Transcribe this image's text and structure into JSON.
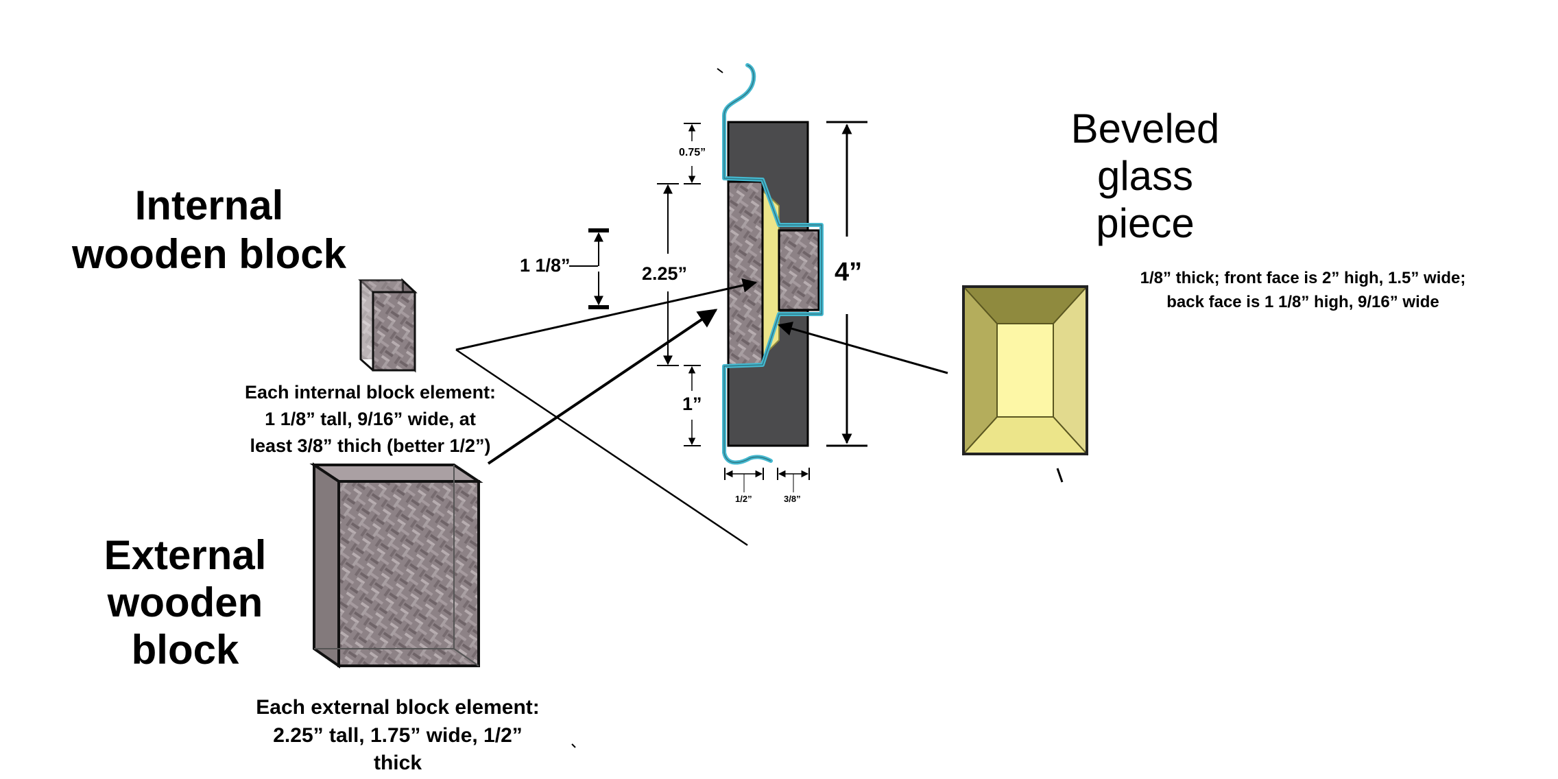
{
  "labels": {
    "internal_title_1": "Internal",
    "internal_title_2": "wooden block",
    "internal_caption_1": "Each internal block element:",
    "internal_caption_2": "1 1/8” tall, 9/16” wide, at",
    "internal_caption_3": "least 3/8” thich (better 1/2”)",
    "external_title_1": "External",
    "external_title_2": "wooden",
    "external_title_3": "block",
    "external_caption_1": "Each external block element:",
    "external_caption_2": "2.25” tall, 1.75” wide, 1/2”",
    "external_caption_3": "thick",
    "beveled_title_1": "Beveled",
    "beveled_title_2": "glass",
    "beveled_title_3": "piece",
    "beveled_caption_1": "1/8” thick; front face is 2” high, 1.5” wide;",
    "beveled_caption_2": "back face is 1 1/8” high, 9/16” wide"
  },
  "dimensions": {
    "top_margin": "0.75”",
    "external_height": "2.25”",
    "internal_height": "1 1/8”",
    "bottom_margin": "1”",
    "total_height": "4”",
    "external_thickness": "1/2”",
    "internal_thickness": "3/8”"
  },
  "colors": {
    "panel": "#4b4b4d",
    "wood": "#8f8488",
    "glass": "#ece58a",
    "glass_light": "#fdf7a6",
    "glass_dark": "#8f8a3e",
    "lead_came": "#45b9d0"
  }
}
